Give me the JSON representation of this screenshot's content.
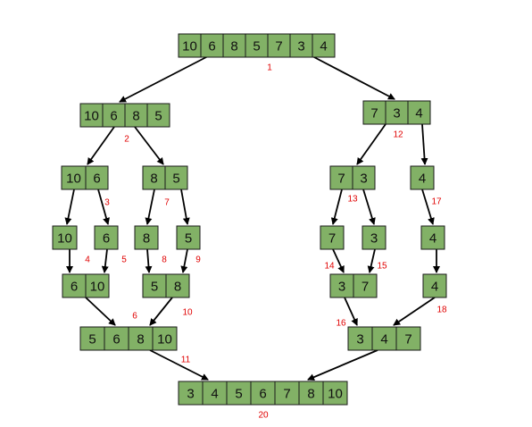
{
  "colors": {
    "cell_fill": "#82b166",
    "cell_border": "#1a1a1a",
    "step_label": "#e00000",
    "arrow": "#000000"
  },
  "arrays": [
    {
      "id": "a1",
      "values": [
        "10",
        "6",
        "8",
        "5",
        "7",
        "3",
        "4"
      ]
    },
    {
      "id": "a2",
      "values": [
        "10",
        "6",
        "8",
        "5"
      ]
    },
    {
      "id": "a12",
      "values": [
        "7",
        "3",
        "4"
      ]
    },
    {
      "id": "a3",
      "values": [
        "10",
        "6"
      ]
    },
    {
      "id": "a7",
      "values": [
        "8",
        "5"
      ]
    },
    {
      "id": "a13",
      "values": [
        "7",
        "3"
      ]
    },
    {
      "id": "a17",
      "values": [
        "4"
      ]
    },
    {
      "id": "a4",
      "values": [
        "10"
      ]
    },
    {
      "id": "a5",
      "values": [
        "6"
      ]
    },
    {
      "id": "a8",
      "values": [
        "8"
      ]
    },
    {
      "id": "a9",
      "values": [
        "5"
      ]
    },
    {
      "id": "a14",
      "values": [
        "7"
      ]
    },
    {
      "id": "a15",
      "values": [
        "3"
      ]
    },
    {
      "id": "a18",
      "values": [
        "4"
      ]
    },
    {
      "id": "m6",
      "values": [
        "6",
        "10"
      ]
    },
    {
      "id": "m10",
      "values": [
        "5",
        "8"
      ]
    },
    {
      "id": "m16",
      "values": [
        "3",
        "7"
      ]
    },
    {
      "id": "m18",
      "values": [
        "4"
      ]
    },
    {
      "id": "m11",
      "values": [
        "5",
        "6",
        "8",
        "10"
      ]
    },
    {
      "id": "m19",
      "values": [
        "3",
        "4",
        "7"
      ]
    },
    {
      "id": "m20",
      "values": [
        "3",
        "4",
        "5",
        "6",
        "7",
        "8",
        "10"
      ]
    }
  ],
  "step_labels": [
    "1",
    "2",
    "12",
    "3",
    "7",
    "13",
    "17",
    "4",
    "5",
    "8",
    "9",
    "14",
    "15",
    "18",
    "6",
    "10",
    "16",
    "11",
    "20"
  ],
  "edges": [
    [
      "a1",
      "a2"
    ],
    [
      "a1",
      "a12"
    ],
    [
      "a2",
      "a3"
    ],
    [
      "a2",
      "a7"
    ],
    [
      "a12",
      "a13"
    ],
    [
      "a12",
      "a17"
    ],
    [
      "a3",
      "a4"
    ],
    [
      "a3",
      "a5"
    ],
    [
      "a7",
      "a8"
    ],
    [
      "a7",
      "a9"
    ],
    [
      "a13",
      "a14"
    ],
    [
      "a13",
      "a15"
    ],
    [
      "a17",
      "a18"
    ],
    [
      "a4",
      "m6"
    ],
    [
      "a5",
      "m6"
    ],
    [
      "a8",
      "m10"
    ],
    [
      "a9",
      "m10"
    ],
    [
      "a14",
      "m16"
    ],
    [
      "a15",
      "m16"
    ],
    [
      "a18",
      "m18"
    ],
    [
      "m6",
      "m11"
    ],
    [
      "m10",
      "m11"
    ],
    [
      "m16",
      "m19"
    ],
    [
      "m18",
      "m19"
    ],
    [
      "m11",
      "m20"
    ],
    [
      "m19",
      "m20"
    ]
  ]
}
